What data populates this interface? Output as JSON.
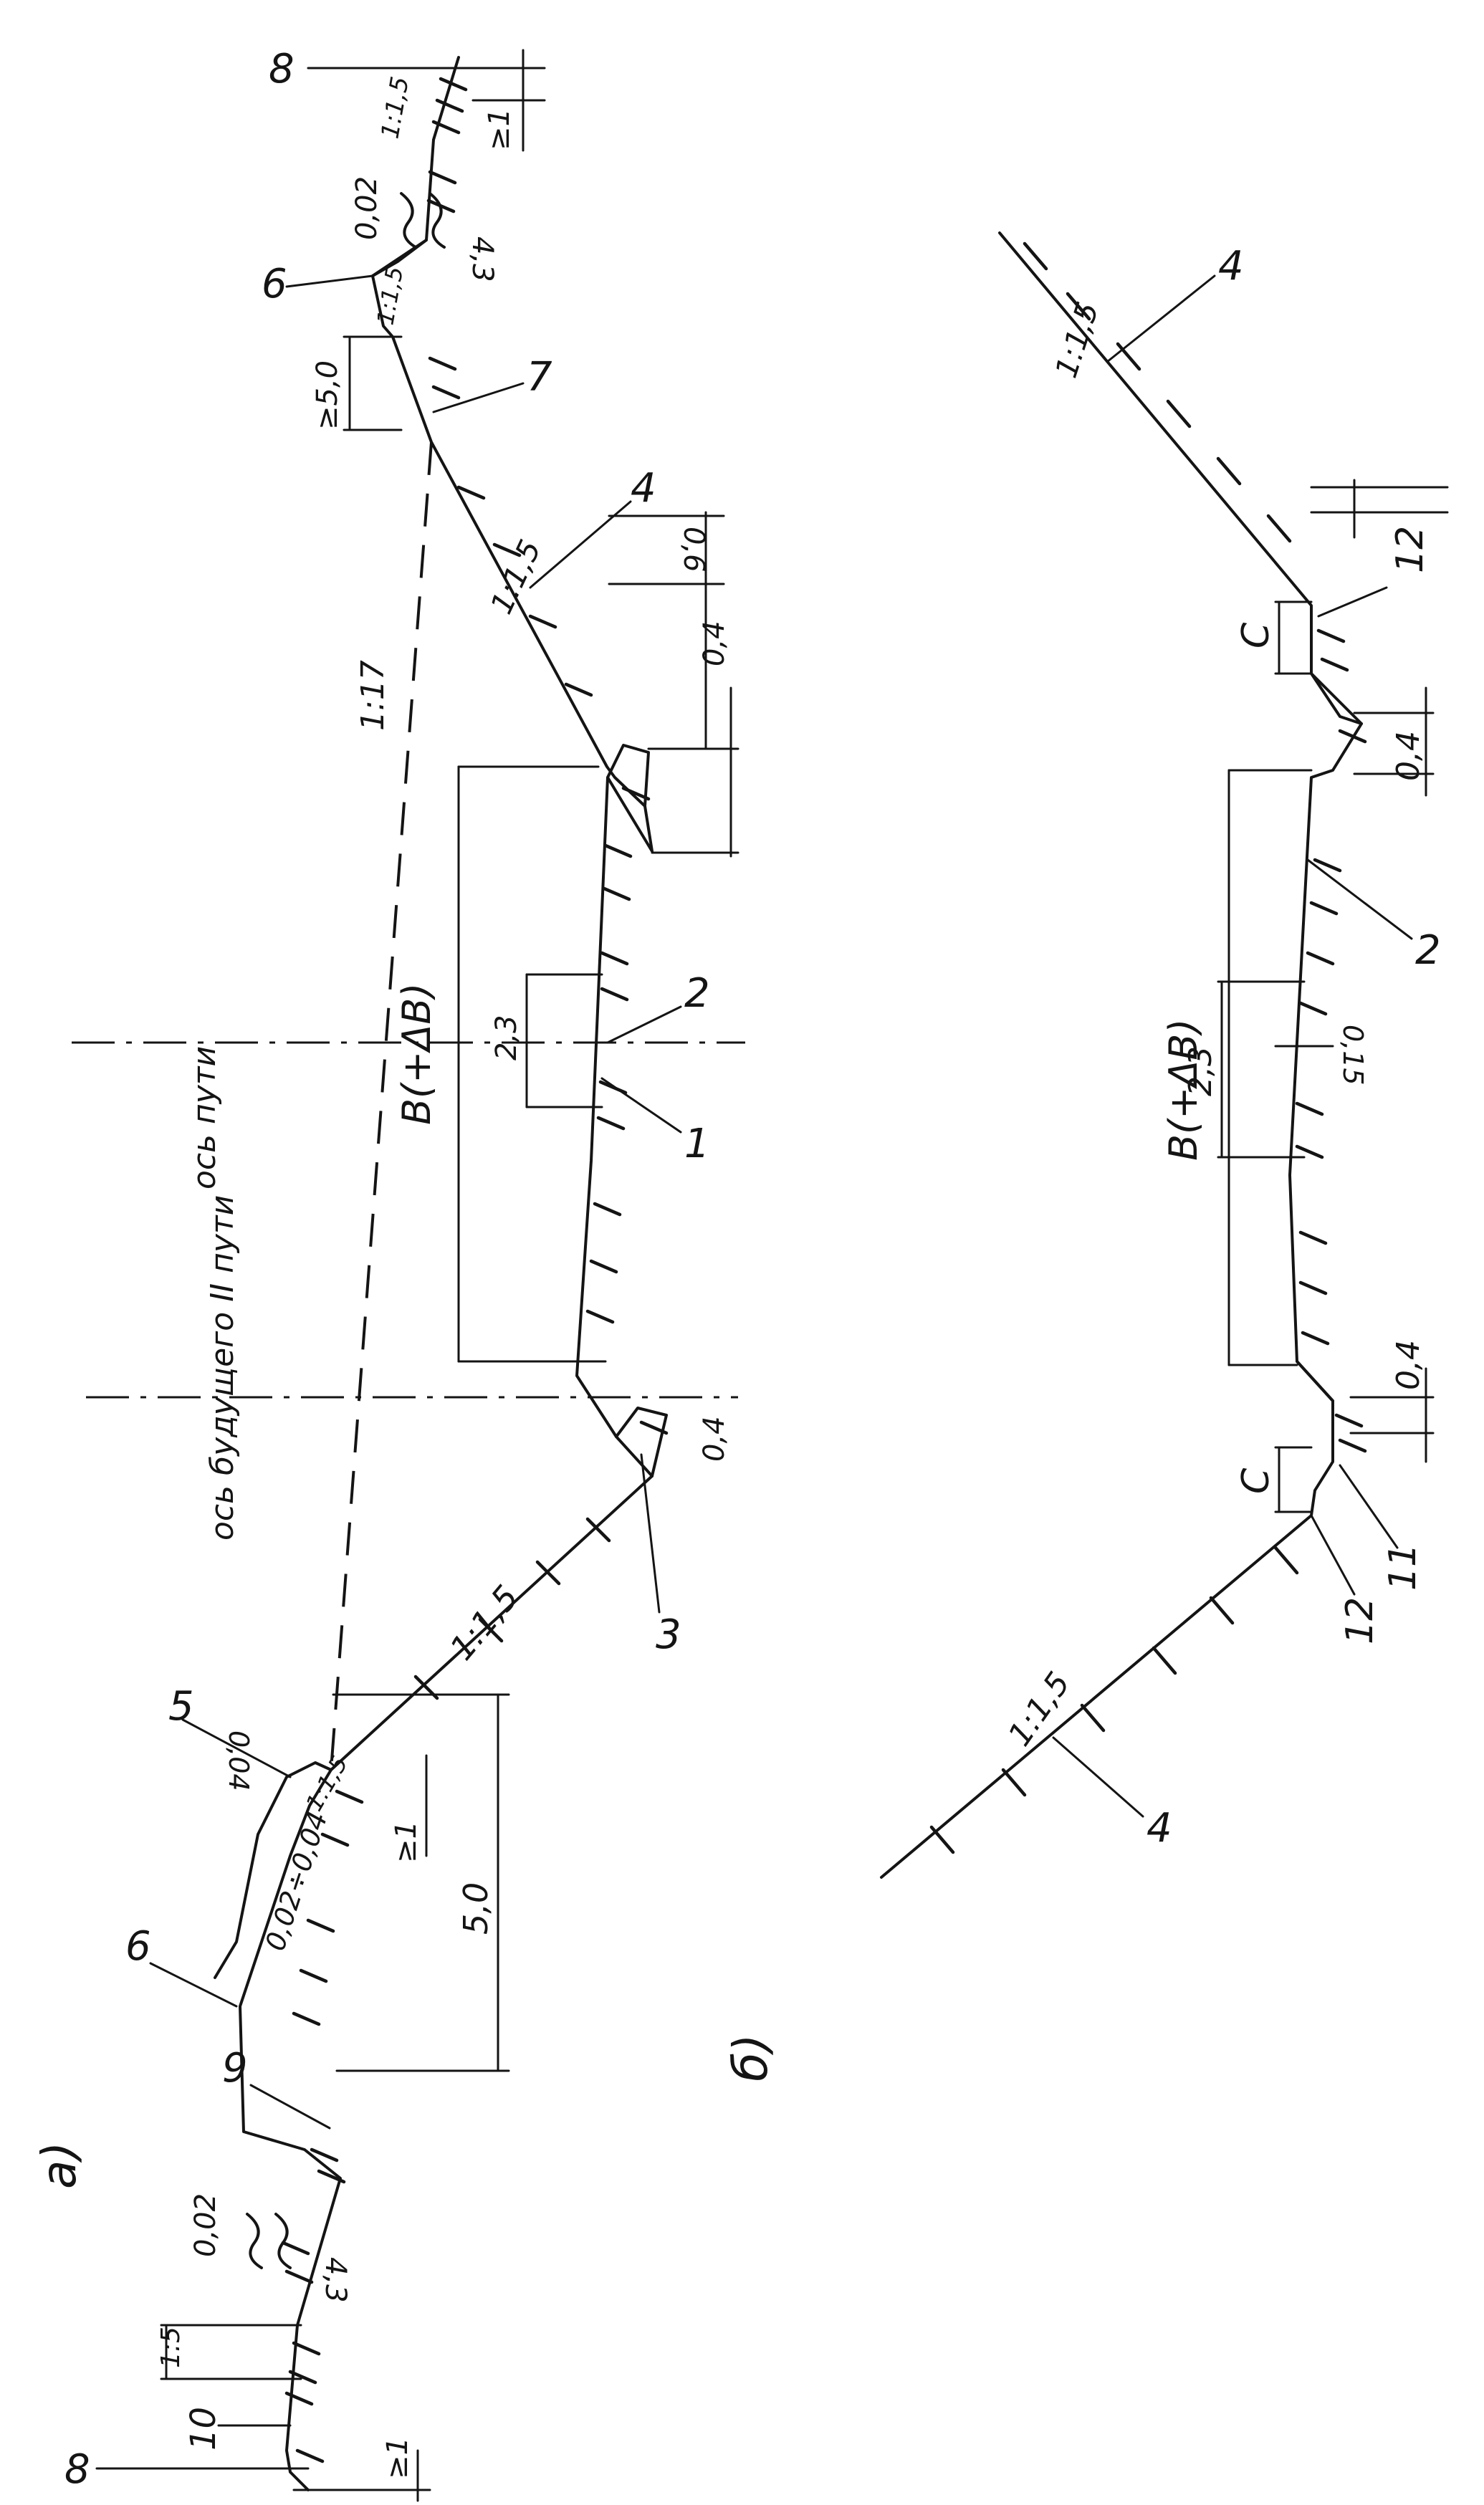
{
  "part_a": {
    "marker": "а)",
    "axis_road": "ось пути",
    "axis_future": "ось будущего II пути",
    "top_width": "B(+ΔB)",
    "center_width": "2,3",
    "dim_04_ditch_left": "0,4",
    "dim_04_ditch_right": "0,4",
    "dim_06": "0,6",
    "dim_50_top": "≥5,0",
    "dim_50_berm": "5,0",
    "dim_ge1_top": "≥1",
    "dim_ge1_berm": "≥1",
    "dim_ge1_bottom": "≥1",
    "dim_43_top": "4,3",
    "dim_43_bottom": "4,3",
    "dim_004": "0,04",
    "slope_002_top": "0,02",
    "slope_002_bottom": "0,02",
    "slope_range": "0,02÷0,04",
    "slope_11": "1:17",
    "slope_15_left": "1:1,5",
    "slope_15_right": "1:1,5",
    "slope_15_berm": "1:1,5",
    "slope_15_top_a": "1:1,5",
    "slope_15_top_b": "1:1,5",
    "slope_15_bottom": "1:5",
    "callouts": [
      "1",
      "2",
      "3",
      "4",
      "5",
      "6",
      "7",
      "8",
      "9",
      "10"
    ]
  },
  "part_b": {
    "marker": "б)",
    "top_width": "B(+ΔB)",
    "center_width": "2,3",
    "dim_015": "0,15",
    "dim_04_left": "0,4",
    "dim_04_right": "0,4",
    "dim_c_left": "C",
    "dim_c_right": "C",
    "slope_left": "1:1,5",
    "slope_right": "1:1,5",
    "callouts": [
      "4",
      "2",
      "12",
      "12",
      "11",
      "4"
    ]
  }
}
